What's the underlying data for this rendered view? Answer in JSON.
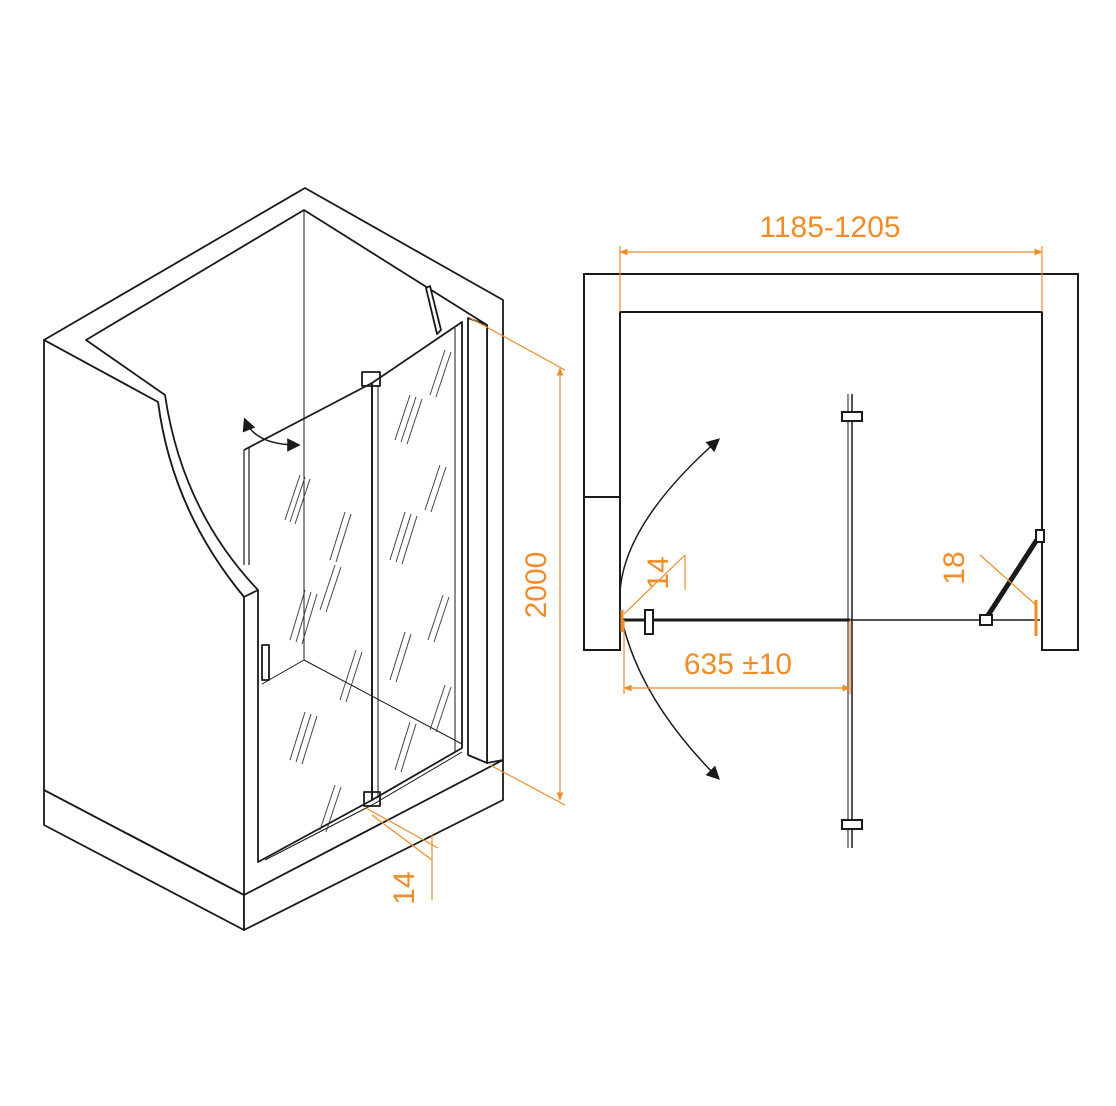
{
  "colors": {
    "line": "#1a1a1a",
    "dimension": "#f28c28",
    "background": "#ffffff"
  },
  "dimensions": {
    "height": "2000",
    "threshold_iso": "14",
    "overall_width": "1185-1205",
    "door_width": "635 ±10",
    "fixed_profile": "14",
    "hinge_profile": "18"
  }
}
